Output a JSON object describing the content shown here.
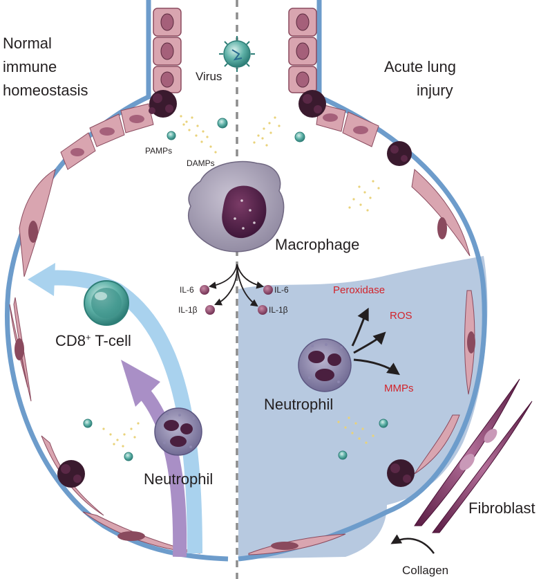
{
  "labels": {
    "left_title_line1": "Normal",
    "left_title_line2": "immune",
    "left_title_line3": "homeostasis",
    "right_title_line1": "Acute lung",
    "right_title_line2": "injury",
    "virus": "Virus",
    "pamps": "PAMPs",
    "damps": "DAMPs",
    "macrophage": "Macrophage",
    "il6_left": "IL-6",
    "il1b_left": "IL-1β",
    "il6_right": "IL-6",
    "il1b_right": "IL-1β",
    "cd8_main": "CD8",
    "cd8_sup": "+",
    "cd8_tail": " T-cell",
    "neutrophil_left": "Neutrophil",
    "neutrophil_right": "Neutrophil",
    "peroxidase": "Peroxidase",
    "ros": "ROS",
    "mmps": "MMPs",
    "fibroblast": "Fibroblast",
    "collagen": "Collagen"
  },
  "colors": {
    "membrane_blue": "#6d9ccb",
    "cell_pink": "#d9a5b0",
    "cell_nucleus": "#8a4a5e",
    "edema_fluid": "#b3c6de",
    "arrow_light_blue": "#a9d2ee",
    "arrow_purple": "#a98fc6",
    "red_text": "#d2232a",
    "virus_teal": "#4fa59c",
    "necrotic_dark": "#3a1a2e",
    "damps_yellow": "#e9d27a"
  },
  "icons": [
    "virus-icon",
    "macrophage-icon",
    "neutrophil-icon",
    "t-cell-icon",
    "fibroblast-icon",
    "necrotic-cell-icon"
  ]
}
